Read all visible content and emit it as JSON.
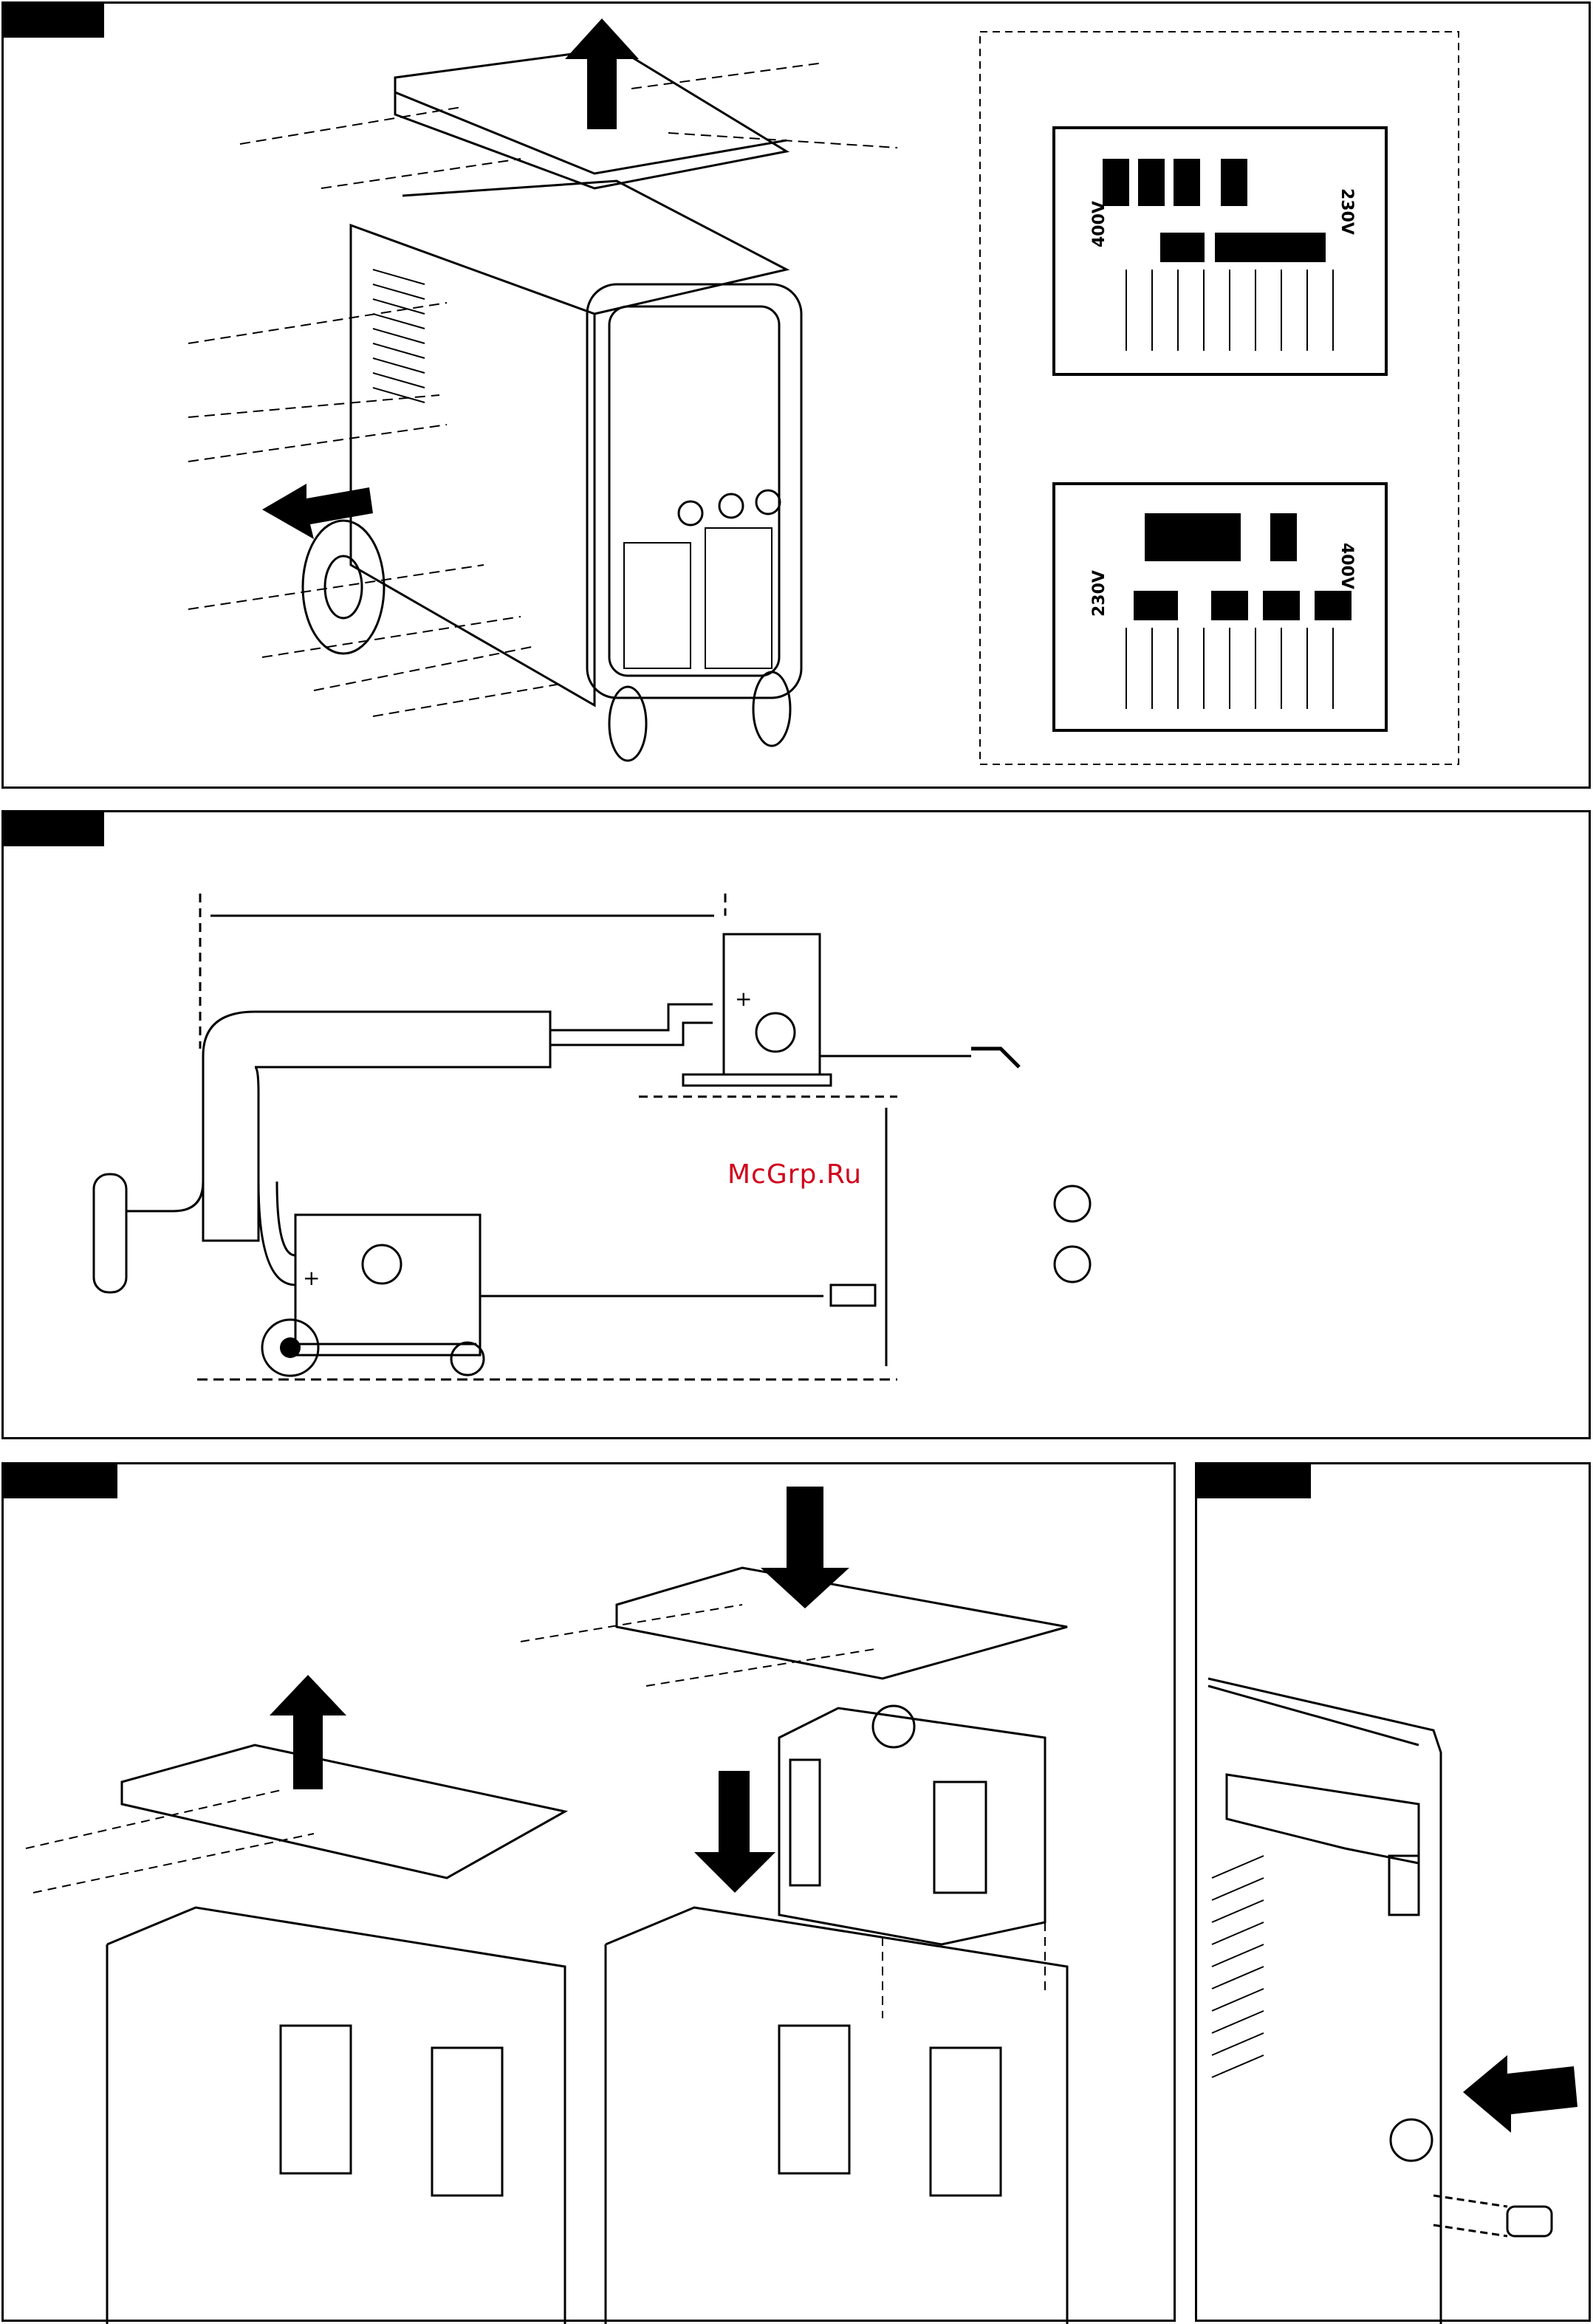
{
  "watermark": "McGrp.Ru",
  "voltage": {
    "v400": "400V",
    "v230": "230V"
  },
  "terminals": {
    "plus": "+"
  },
  "colors": {
    "ink": "#000000",
    "watermark": "#d0021b",
    "paper": "#ffffff"
  }
}
